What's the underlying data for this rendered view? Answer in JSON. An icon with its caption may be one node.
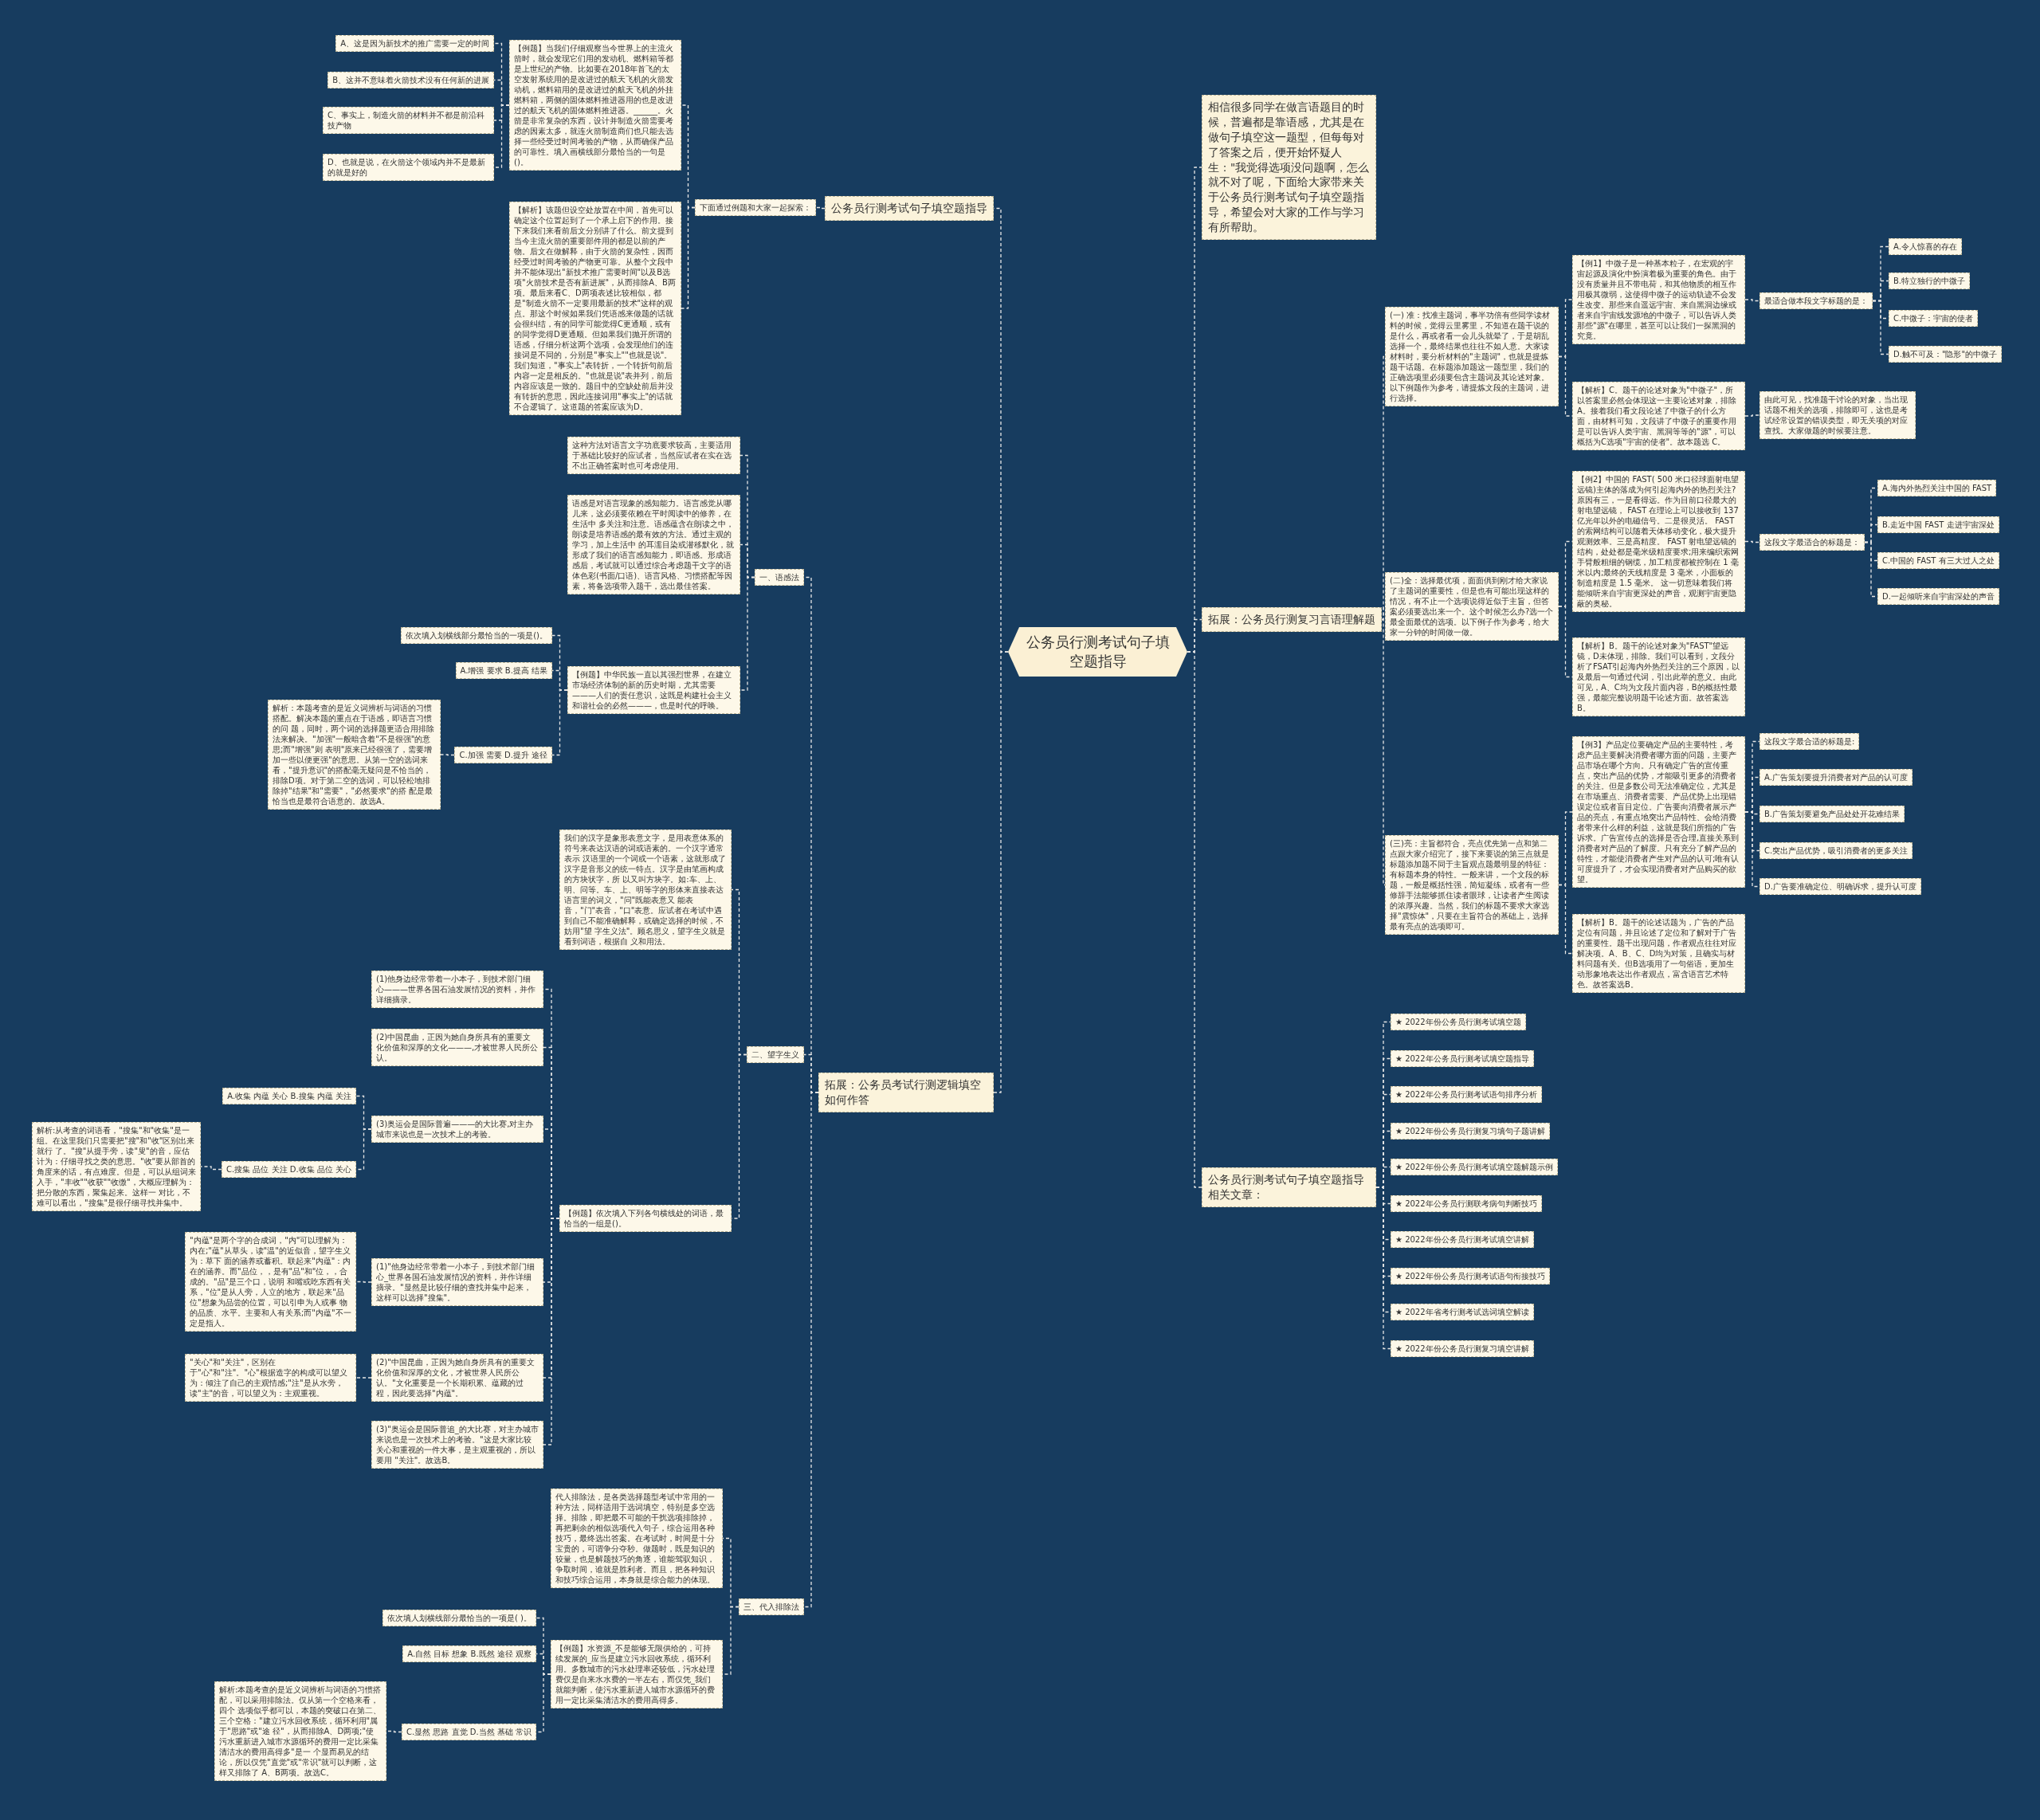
{
  "diagram": {
    "nodes": [
      {
        "text": [
          "公务员行测考试句子填空题指导"
        ]
      },
      {
        "text": [
          "公务员行测考试句子填空题指导"
        ]
      },
      {
        "text": [
          "下面通过例题和大家一起探索："
        ]
      },
      {
        "text": [
          "【例题】当我们仔细观察当今世界上的主流火箭时，就会发现它们用的发动机、燃料箱等都是上世纪的产物。比如要在2018年首飞的太空发射系统用的是改进过的航天飞机的火箭发动机，燃料箱用的是改进过的航天飞机的外挂燃料箱，两侧的固体燃料推进器用的也是改进过的航天飞机的固体燃料推进器。______。火箭是非常复杂的东西，设计并制造火箭需要考虑的因素太多，就连火箭制造商们也只能去选择一些经受过时间考验的产物，从而确保产品的可靠性。填入画横线部分最恰当的一句是()。"
        ]
      },
      {
        "text": [
          "A、这是因为新技术的推广需要一定的时间"
        ]
      },
      {
        "text": [
          "B、这并不意味着火箭技术没有任何新的进展"
        ]
      },
      {
        "text": [
          "C、事实上，制造火箭的材料并不都是前沿科技产物"
        ]
      },
      {
        "text": [
          "D、也就是说，在火箭这个领域内并不是最新的就是好的"
        ]
      },
      {
        "text": [
          "【解析】该题但设空处放置在中间，首先可以确定这个位置起到了一个承上启下的作用。接下来我们来看前后文分别讲了什么。前文提到当今主流火箭的重要部件用的都是以前的产物。后文在做解释，由于火箭的复杂性，因而经受过时间考验的产物更可靠。从整个文段中并不能体现出\"新技术推广需要时间\"以及B选项\"火箭技术是否有新进展\"，从而排除A、B两项。最后来看C、D两项表述比较相似，都是\"制造火箭不一定要用最新的技术\"这样的观点。那这个时候如果我们凭语感来做题的话就会很纠结，有的同学可能觉得C更通顺，或有的同学觉得D更通顺。但如果我们抛开所谓的语感，仔细分析这两个选项，会发现他们的连接词是不同的，分别是\"事实上\"\"也就是说\"。我们知道，\"事实上\"表转折，一个转折句前后内容一定是相反的。\"也就是说\"表并列，前后内容应该是一致的。题目中的空缺处前后并没有转折的意思，因此连接词用\"事实上\"的话就不合逻辑了。这道题的答案应该为D。"
        ]
      },
      {
        "text": [
          "拓展：公务员考试行测逻辑填空如何作答"
        ]
      },
      {
        "text": [
          "一、语感法"
        ]
      },
      {
        "text": [
          "这种方法对语言文字功底要求较高，主要适用于基础比较好的应试者，当然应试者在实在选不出正确答案时也可考虑使用。"
        ]
      },
      {
        "text": [
          "语感是对语言现象的感知能力。语言感觉从哪儿来，这必须要依赖在平时阅读中的修养，在生活中 多关注和注意。语感蕴含在朗读之中，朗读是培养语感的最有效的方法。通过主观的学习，加上生活中 的耳濡目染或潜移默化，就形成了我们的语言感知能力，即语感。形成语感后，考试就可以通过综合考虑题干文字的语体色彩(书面/口语)、语言风格、习惯搭配等因素，将备选项带入题干，选出最佳答案。"
        ]
      },
      {
        "text": [
          "【例题】中华民族一直以其强烈世界，在建立市场经济体制的新的历史时期，尤其需要———人们的责任意识，这既是构建社会主义和谐社会的必然———，也是时代的呼唤。"
        ]
      },
      {
        "text": [
          "依次填入划横线部分最恰当的一项是()。"
        ]
      },
      {
        "text": [
          "A.增强 要求 B.提高 结果"
        ]
      },
      {
        "text": [
          "C.加强 需要 D.提升 途径"
        ]
      },
      {
        "text": [
          "解析：本题考查的是近义词辨析与词语的习惯搭配。解决本题的重点在于语感，即语言习惯的问 题，同时，两个词的选择题更适合用排除法来解决。\"加强\"一般暗含着\"不是很强\"的意思;而\"增强\"则 表明\"原来已经很强了，需要增加一些以便更强\"的意思。从第一空的选词来看，\"提升意识\"的搭配毫无疑问是不恰当的，排除D项。对于第二空的选词，可以轻松地排除掉\"结果\"和\"需要\"，\"必然要求\"的搭 配是最恰当也是最符合语意的。故选A。"
        ]
      },
      {
        "text": [
          "二、望字生义"
        ]
      },
      {
        "text": [
          "我们的汉字是象形表意文字，是用表意体系的符号来表达汉语的词或语素的。一个汉字通常表示 汉语里的一个词或一个语素，这就形成了汉字是音形义的统一特点。汉字是由笔画构成的方块状字，所 以又叫方块字。如:车、上、明、问等。车、上、明等字的形体来直接表达语言里的词义，\"问\"既能表意又 能表音，\"门\"表音，\"口\"表意。应试者在考试中遇到自己不能准确解释，或确定选择的时候，不妨用\"望 字生义法\"。顾名思义，望字生义就是看到词语，根据自 义和用法。"
        ]
      },
      {
        "text": [
          "【例题】依次填入下列各句横线处的词语，最恰当的一组是()。"
        ]
      },
      {
        "text": [
          "(1)他身边经常带着一小本子，到技术部门细心———世界各国石油发展情况的资料，并作详细摘录。"
        ]
      },
      {
        "text": [
          "(2)中国昆曲，正因为她自身所具有的重要文化价值和深厚的文化———,才被世界人民所公认。"
        ]
      },
      {
        "text": [
          "(3)奥运会是国际普遍———的大比赛,对主办城市来说也是一次技术上的考验。"
        ]
      },
      {
        "text": [
          "A.收集 内蕴 关心 B.搜集 内蕴 关注"
        ]
      },
      {
        "text": [
          "C.搜集 品位 关注 D.收集 品位 关心"
        ]
      },
      {
        "text": [
          "解析:从考查的词语看，\"搜集\"和\"收集\"是一组。在这里我们只需要把\"搜\"和\"收\"区别出来就行 了。\"搜\"从提手旁，读\"叟\"的音，应估计为：仔细寻找之类的意思。\"收\"要从部首的角度来的话，有点难度。但是，可以从组词来入手，\"丰收\"\"收获\"\"收缴\"，大概应理解为：把分散的东西，聚集起来。这样一 对比，不难可以看出，\"搜集\"是很仔细寻找并集中。"
        ]
      },
      {
        "text": [
          "(1)\"他身边经常带着一小本子，到技术部门细心_世界各国石油发展情况的资料，并作详细摘录。\"显然是比较仔细的查找并集中起来，这样可以选择\"搜集\"。"
        ]
      },
      {
        "text": [
          "\"内蕴\"是两个字的合成词，\"内\"可以理解为：内在;\"蕴\"从草头，读\"温\"的近似音，望字生义为：草下 面的涵养或蓄积。联起来\"内蕴\"：内在的涵养。而\"品位，，是有\"品\"和\"位，，合成的。\"品\"是三个口，说明 和嘴或吃东西有关系，\"位\"是从人旁，人立的地方，联起来\"品位\"想象为品尝的位置，可以引申为人或事 物的品质、水平。主要和人有关系;而\"内蕴\"不一定是指人。"
        ]
      },
      {
        "text": [
          "(2)\"中国昆曲，正因为她自身所具有的重要文化价值和深厚的文化，才被世界人民所公认。\"文化重要是一个长期积累、蕴藏的过程，因此要选择\"内蕴\"。"
        ]
      },
      {
        "text": [
          "\"关心\"和\"关注\"，区别在于\"心\"和\"注\"。\"心\"根据造字的构成可以望义为：倾注了自己的主观情感;\"注\"是从水旁，读\"主\"的音，可以望义为：主观重视。"
        ]
      },
      {
        "text": [
          "(3)\"奥运会是国际普追_的大比赛，对主办城市来说也是一次技术上的考验。\"这是大家比较关心和重视的一件大事，是主观重视的，所以要用 \"关注\"。故选B。"
        ]
      },
      {
        "text": [
          "三、代入排除法"
        ]
      },
      {
        "text": [
          "代人排除法，是各类选择题型考试中常用的一种方法，同样适用于选词填空，特别是多空选择。排除，即把最不可能的干扰选项排除掉，再把剩余的相似选项代入句子，综合运用各种技巧，最终选出答案。在考试时，时间是十分宝贵的，可谓争分夺秒。做题时，既是知识的较量，也是解题技巧的角逐，谁能驾驭知识，争取时间，谁就是胜利者。而且，把各种知识和技巧综合运用，本身就是综合能力的体现。"
        ]
      },
      {
        "text": [
          "【例题】水资源_不是能够无限供给的，可持续发展的_应当是建立污水回收系统，循环利用。多数城市的污水处理率还较低，污水处理费仅是自来水水费的一半左右，而仅凭_我们就能判断，使污水重新进人城市水源循环的费用一定比采集清洁水的费用高得多。"
        ]
      },
      {
        "text": [
          "依次填人划横线部分最恰当的一项是( )。"
        ]
      },
      {
        "text": [
          "A.自然 目标 想象 B.既然 途径 观察"
        ]
      },
      {
        "text": [
          "C.显然 思路 直觉 D.当然 基础 常识"
        ]
      },
      {
        "text": [
          "解析:本题考查的是近义词辨析与词语的习惯搭配，可以采用排除法。仅从第一个空格来看，四个 选项似乎都可以，本题的突破口在第二、三个空格：\"建立污水回收系统，循环利用\"属于\"思路\"或\"途 径\"，从而排除A、D两项;\"使污水重新进入城市水源循环的费用一定比采集清洁水的费用高得多\"是一 个显而易见的结论，所以仅凭\"直觉\"或\"常识\"就可以判断，这样又排除了 A、B两项。故选C。"
        ]
      },
      {
        "text": [
          "相信很多同学在做言语题目的时候，普遍都是靠语感，尤其是在做句子填空这一题型，但每每对了答案之后，便开始怀疑人生：\"我觉得选项没问题啊，怎么就不对了呢，下面给大家带来关于公务员行测考试句子填空题指导，希望会对大家的工作与学习有所帮助。"
        ]
      },
      {
        "text": [
          "拓展：公务员行测复习言语理解题"
        ]
      },
      {
        "text": [
          "(一) 准：找准主题词，事半功倍有些同学读材料的时候，觉得云里雾里，不知道在题干说的是什么，再或者看一会儿头就晕了，于是胡乱选择一个，最终结果也往往不如人意。大家读材料时，要分析材料的\"主题词\"，也就是提炼题干话题。在标题添加题这一题型里，我们的正确选项里必须要包含主题词及其论述对象。以下例题作为参考，请提炼文段的主题词，进行选择。"
        ]
      },
      {
        "text": [
          "【例1】中微子是一种基本粒子，在宏观的宇宙起源及演化中扮演着极为重要的角色。由于没有质量并且不带电荷，和其他物质的相互作用极其微弱，这使得中微子的运动轨迹不会发生改变。那些来自遥远宇宙、来自黑洞边缘或者来自宇宙线发源地的中微子，可以告诉人类那些\"源\"在哪里，甚至可以让我们一探黑洞的究竟。"
        ]
      },
      {
        "text": [
          "最适合做本段文字标题的是："
        ]
      },
      {
        "text": [
          "A.令人惊喜的存在"
        ]
      },
      {
        "text": [
          "B.特立独行的中微子"
        ]
      },
      {
        "text": [
          "C.中微子：宇宙的使者"
        ]
      },
      {
        "text": [
          "D.触不可及：\"隐形\"的中微子"
        ]
      },
      {
        "text": [
          "【解析】C。题干的论述对象为\"中微子\"，所以答案里必然会体现这一主要论述对象，排除A。接着我们看文段论述了中微子的什么方面，由材料可知，文段讲了中微子的重要作用是可以告诉人类宇宙、黑洞等等的\"源\"，可以概括为C选项\"宇宙的使者\"。故本题选 C。"
        ]
      },
      {
        "text": [
          "由此可见，找准题干讨论的对象，当出现话题不相关的选项，排除即可，这也是考试经常设置的错误类型，即无关项的对应查找。大家做题的时候要注意。"
        ]
      },
      {
        "text": [
          "(二)全：选择最优项，面面俱到刚才给大家说了主题词的重要性，但是也有可能出现这样的情况，有不止一个选项说得近似于主旨，但答案必须要选出来一个。这个时候怎么办?选一个最全面最优的选项。以下例子作为参考，给大家一分钟的时间做一做。"
        ]
      },
      {
        "text": [
          "【例2】中国的 FAST( 500 米口径球面射电望远镜)主体的落成为何引起海内外的热烈关注?原因有三，一是看得远。作为目前口径最大的射电望远镜， FAST 在理论上可以接收到 137 亿光年以外的电磁信号。二是很灵活。 FAST 的索网结构可以随着天体移动变化，极大提升观测效率。三是高精度。 FAST 射电望远镜的结构，处处都是毫米级精度要求;用来编织索网手臂般粗细的钢缆，加工精度都被控制在 1 毫米以内;最终的天线精度是 3 毫米，小面板的制造精度是 1.5 毫米。 这一切意味着我们将能倾听来自宇宙更深处的声音，观测宇宙更隐蔽的奥秘。"
        ]
      },
      {
        "text": [
          "这段文字最适合的标题是："
        ]
      },
      {
        "text": [
          "A.海内外热烈关注中国的 FAST"
        ]
      },
      {
        "text": [
          "B.走近中国 FAST 走进宇宙深处"
        ]
      },
      {
        "text": [
          "C.中国的 FAST 有三大过人之处"
        ]
      },
      {
        "text": [
          "D.一起倾听来自宇宙深处的声音"
        ]
      },
      {
        "text": [
          "【解析】B。题干的论述对象为\"FAST\"望远镜，D未体现，排除。我们可以看到，文段分析了FSAT引起海内外热烈关注的三个原因，以及最后一句通过代词，引出此举的意义。由此可见，A、C均为文段片面内容，B的概括性最强，最能完整说明题干论述方面。故答案选B。"
        ]
      },
      {
        "text": [
          "(三)亮：主旨都符合，亮点优先第一点和第二点跟大家介绍完了，接下来要说的第三点就是标题添加题不同于主旨观点题最明显的特征：有标题本身的特性。一般来讲，一个文段的标题，一般是概括性强，简短凝练，或者有一些修辞手法能够抓住读者眼球，让读者产生阅读的浓厚兴趣。当然，我们的标题不要求大家选择\"震惊体\"，只要在主旨符合的基础上，选择最有亮点的选项即可。"
        ]
      },
      {
        "text": [
          "【例3】产品定位要确定产品的主要特性，考虑产品主要解决消费者哪方面的问题，主要产品市场在哪个方向。只有确定广告的宣传重点，突出产品的优势，才能吸引更多的消费者的关注。但是多数公司无法准确定位，尤其是在市场重点、消费者需要、产品优势上出现错误定位或者盲目定位。广告要向消费者展示产品的亮点，有重点地突出产品特性、会给消费者带来什么样的利益，这就是我们所指的广告诉求。广告宣传点的选择是否合理,直接关系到消费者对产品的了解度。只有充分了解产品的特性，才能使消费者产生对产品的认可;唯有认可度提升了，才会实现消费者对产品购买的欲望。"
        ]
      },
      {
        "text": [
          "这段文字最合适的标题是:"
        ]
      },
      {
        "text": [
          "A.广告策划要提升消费者对产品的认可度"
        ]
      },
      {
        "text": [
          "B.广告策划要避免产品处处开花难结果"
        ]
      },
      {
        "text": [
          "C.突出产品优势，吸引消费者的更多关注"
        ]
      },
      {
        "text": [
          "D.广告要准确定位、明确诉求，提升认可度"
        ]
      },
      {
        "text": [
          "【解析】B。题干的论述话题为，广告的产品定位有问题，并且论述了定位和了解对于广告的重要性。题干出现问题，作者观点往往对应解决项。A、B、C、D均为对策，且确实与材料问题有关。但B选项用了一句俗语，更加生动形象地表达出作者观点，富含语言艺术特色。故答案选B。"
        ]
      },
      {
        "text": [
          "公务员行测考试句子填空题指导相关文章："
        ]
      },
      {
        "text": [
          "★ 2022年份公务员行测考试填空题"
        ]
      },
      {
        "text": [
          "★ 2022年公务员行测考试填空题指导"
        ]
      },
      {
        "text": [
          "★ 2022年公务员行测考试语句排序分析"
        ]
      },
      {
        "text": [
          "★ 2022年份公务员行测复习填句子题讲解"
        ]
      },
      {
        "text": [
          "★ 2022年份公务员行测考试填空题解题示例"
        ]
      },
      {
        "text": [
          "★ 2022年公务员行测联考病句判断技巧"
        ]
      },
      {
        "text": [
          "★ 2022年份公务员行测考试填空讲解"
        ]
      },
      {
        "text": [
          "★ 2022年份公务员行测考试语句衔接技巧"
        ]
      },
      {
        "text": [
          "★ 2022年省考行测考试选词填空解读"
        ]
      },
      {
        "text": [
          "★ 2022年份公务员行测复习填空讲解"
        ]
      }
    ],
    "edges": [
      {
        "from": 0,
        "to": 1,
        "arrow": "none"
      },
      {
        "from": 1,
        "to": 2,
        "arrow": "none"
      },
      {
        "from": 2,
        "to": 3,
        "arrow": "none"
      },
      {
        "from": 3,
        "to": 4,
        "arrow": "none"
      },
      {
        "from": 3,
        "to": 5,
        "arrow": "none"
      },
      {
        "from": 3,
        "to": 6,
        "arrow": "none"
      },
      {
        "from": 3,
        "to": 7,
        "arrow": "none"
      },
      {
        "from": 2,
        "to": 8,
        "arrow": "none"
      },
      {
        "from": 0,
        "to": 9,
        "arrow": "none"
      },
      {
        "from": 9,
        "to": 10,
        "arrow": "none"
      },
      {
        "from": 10,
        "to": 11,
        "arrow": "none"
      },
      {
        "from": 10,
        "to": 12,
        "arrow": "none"
      },
      {
        "from": 10,
        "to": 13,
        "arrow": "none"
      },
      {
        "from": 13,
        "to": 14,
        "arrow": "none"
      },
      {
        "from": 13,
        "to": 15,
        "arrow": "none"
      },
      {
        "from": 13,
        "to": 16,
        "arrow": "none"
      },
      {
        "from": 16,
        "to": 17,
        "arrow": "none"
      },
      {
        "from": 9,
        "to": 18,
        "arrow": "none"
      },
      {
        "from": 18,
        "to": 19,
        "arrow": "none"
      },
      {
        "from": 18,
        "to": 20,
        "arrow": "none"
      },
      {
        "from": 20,
        "to": 21,
        "arrow": "none"
      },
      {
        "from": 20,
        "to": 22,
        "arrow": "none"
      },
      {
        "from": 20,
        "to": 23,
        "arrow": "none"
      },
      {
        "from": 23,
        "to": 24,
        "arrow": "none"
      },
      {
        "from": 23,
        "to": 25,
        "arrow": "none"
      },
      {
        "from": 25,
        "to": 26,
        "arrow": "none"
      },
      {
        "from": 20,
        "to": 27,
        "arrow": "none"
      },
      {
        "from": 27,
        "to": 28,
        "arrow": "none"
      },
      {
        "from": 20,
        "to": 29,
        "arrow": "none"
      },
      {
        "from": 29,
        "to": 30,
        "arrow": "none"
      },
      {
        "from": 20,
        "to": 31,
        "arrow": "none"
      },
      {
        "from": 9,
        "to": 32,
        "arrow": "none"
      },
      {
        "from": 32,
        "to": 33,
        "arrow": "none"
      },
      {
        "from": 32,
        "to": 34,
        "arrow": "none"
      },
      {
        "from": 34,
        "to": 35,
        "arrow": "none"
      },
      {
        "from": 34,
        "to": 36,
        "arrow": "none"
      },
      {
        "from": 34,
        "to": 37,
        "arrow": "none"
      },
      {
        "from": 37,
        "to": 38,
        "arrow": "none"
      },
      {
        "from": 0,
        "to": 39,
        "arrow": "none"
      },
      {
        "from": 0,
        "to": 40,
        "arrow": "none"
      },
      {
        "from": 40,
        "to": 41,
        "arrow": "none"
      },
      {
        "from": 41,
        "to": 42,
        "arrow": "none"
      },
      {
        "from": 42,
        "to": 43,
        "arrow": "none"
      },
      {
        "from": 43,
        "to": 44,
        "arrow": "none"
      },
      {
        "from": 43,
        "to": 45,
        "arrow": "none"
      },
      {
        "from": 43,
        "to": 46,
        "arrow": "none"
      },
      {
        "from": 43,
        "to": 47,
        "arrow": "none"
      },
      {
        "from": 41,
        "to": 48,
        "arrow": "none"
      },
      {
        "from": 48,
        "to": 49,
        "arrow": "none"
      },
      {
        "from": 40,
        "to": 50,
        "arrow": "none"
      },
      {
        "from": 50,
        "to": 51,
        "arrow": "none"
      },
      {
        "from": 51,
        "to": 52,
        "arrow": "none"
      },
      {
        "from": 52,
        "to": 53,
        "arrow": "none"
      },
      {
        "from": 52,
        "to": 54,
        "arrow": "none"
      },
      {
        "from": 52,
        "to": 55,
        "arrow": "none"
      },
      {
        "from": 52,
        "to": 56,
        "arrow": "none"
      },
      {
        "from": 50,
        "to": 57,
        "arrow": "none"
      },
      {
        "from": 40,
        "to": 58,
        "arrow": "none"
      },
      {
        "from": 58,
        "to": 59,
        "arrow": "none"
      },
      {
        "from": 59,
        "to": 60,
        "arrow": "none"
      },
      {
        "from": 59,
        "to": 61,
        "arrow": "none"
      },
      {
        "from": 59,
        "to": 62,
        "arrow": "none"
      },
      {
        "from": 59,
        "to": 63,
        "arrow": "none"
      },
      {
        "from": 59,
        "to": 64,
        "arrow": "none"
      },
      {
        "from": 58,
        "to": 65,
        "arrow": "none"
      },
      {
        "from": 0,
        "to": 66,
        "arrow": "none"
      },
      {
        "from": 66,
        "to": 67,
        "arrow": "none"
      },
      {
        "from": 66,
        "to": 68,
        "arrow": "none"
      },
      {
        "from": 66,
        "to": 69,
        "arrow": "none"
      },
      {
        "from": 66,
        "to": 70,
        "arrow": "none"
      },
      {
        "from": 66,
        "to": 71,
        "arrow": "none"
      },
      {
        "from": 66,
        "to": 72,
        "arrow": "none"
      },
      {
        "from": 66,
        "to": 73,
        "arrow": "none"
      },
      {
        "from": 66,
        "to": 74,
        "arrow": "none"
      },
      {
        "from": 66,
        "to": 75,
        "arrow": "none"
      },
      {
        "from": 66,
        "to": 76,
        "arrow": "none"
      }
    ]
  }
}
